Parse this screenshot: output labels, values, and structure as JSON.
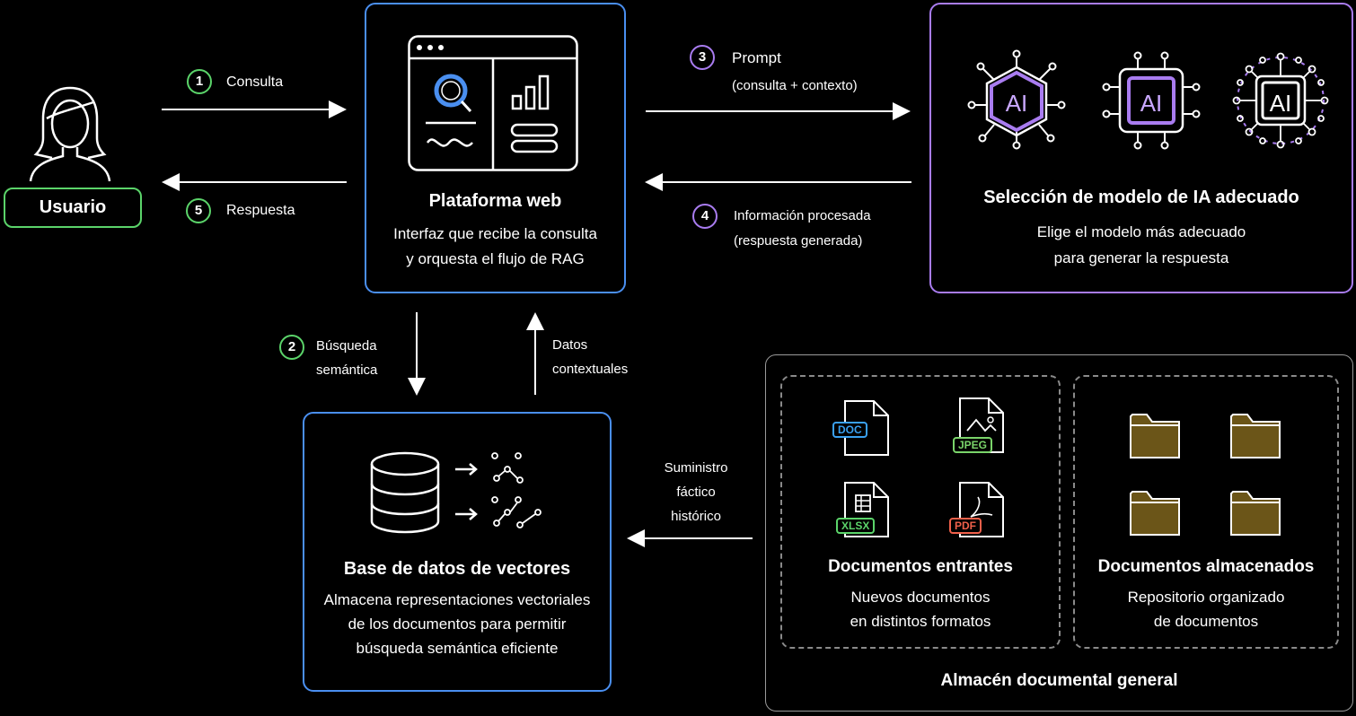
{
  "user": {
    "label": "Usuario"
  },
  "steps": {
    "s1": {
      "num": "1",
      "label": "Consulta"
    },
    "s2": {
      "num": "2",
      "line1": "Búsqueda",
      "line2": "semántica"
    },
    "s3": {
      "num": "3",
      "line1": "Prompt",
      "line2": "(consulta + contexto)"
    },
    "s4": {
      "num": "4",
      "line1": "Información procesada",
      "line2": "(respuesta generada)"
    },
    "s5": {
      "num": "5",
      "label": "Respuesta"
    }
  },
  "datos": {
    "line1": "Datos",
    "line2": "contextuales"
  },
  "suministro": {
    "line1": "Suministro",
    "line2": "fáctico",
    "line3": "histórico"
  },
  "platform": {
    "title": "Plataforma web",
    "desc1": "Interfaz que recibe la consulta",
    "desc2": "y orquesta el flujo de RAG"
  },
  "ai": {
    "title": "Selección de modelo de IA adecuado",
    "desc1": "Elige el modelo más adecuado",
    "desc2": "para generar la respuesta",
    "chip_label": "AI"
  },
  "vectordb": {
    "title": "Base de datos de vectores",
    "desc1": "Almacena representaciones vectoriales",
    "desc2": "de los documentos para permitir",
    "desc3": "búsqueda semántica eficiente"
  },
  "incoming": {
    "title": "Documentos entrantes",
    "desc1": "Nuevos documentos",
    "desc2": "en distintos formatos",
    "formats": [
      "DOC",
      "JPEG",
      "XLSX",
      "PDF"
    ]
  },
  "stored": {
    "title": "Documentos almacenados",
    "desc1": "Repositorio organizado",
    "desc2": "de documentos"
  },
  "store": {
    "title": "Almacén documental general"
  },
  "colors": {
    "green": "#5bd46a",
    "blue": "#4a8ff0",
    "purple": "#a97cf0",
    "doc": "#3aa0f0",
    "jpeg": "#7ad46a",
    "xlsx": "#5bd46a",
    "pdf": "#f0604a",
    "folder": "#d8b24a"
  },
  "icons": [
    "user-icon",
    "web-interface-icon",
    "ai-hexagon-icon",
    "ai-chip-icon",
    "ai-circuit-icon",
    "database-icon",
    "vector-nodes-icon",
    "doc-file-icon",
    "jpeg-file-icon",
    "xlsx-file-icon",
    "pdf-file-icon",
    "folder-icon"
  ]
}
